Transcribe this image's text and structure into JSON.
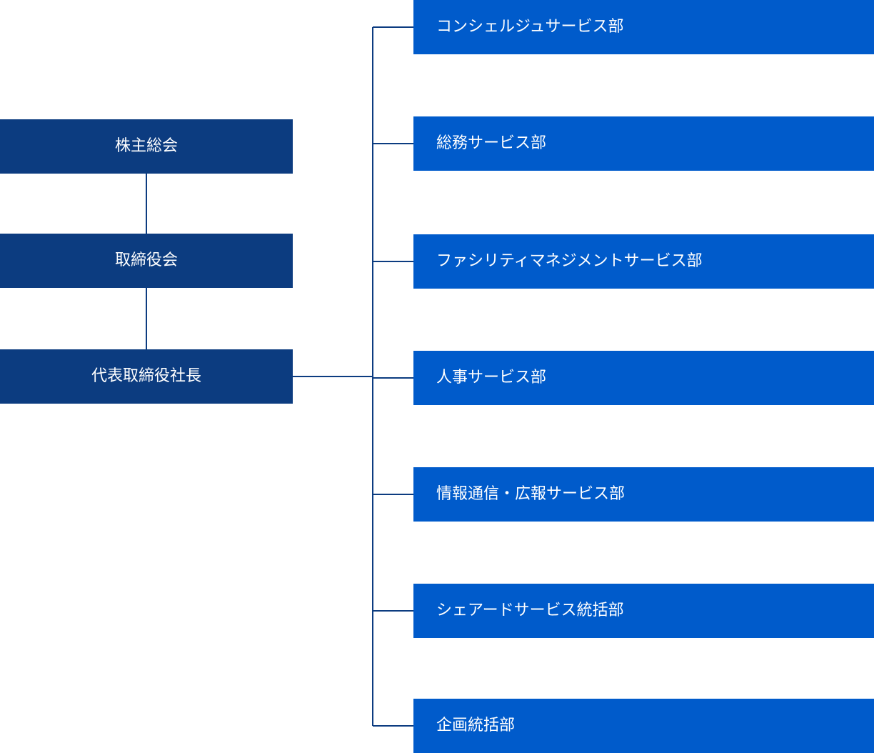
{
  "colors": {
    "executive_box": "#0c3c80",
    "department_box": "#005bcb",
    "connector": "#0c3c80"
  },
  "executive": [
    {
      "label": "株主総会"
    },
    {
      "label": "取締役会"
    },
    {
      "label": "代表取締役社長"
    }
  ],
  "departments": [
    {
      "label": "コンシェルジュサービス部"
    },
    {
      "label": "総務サービス部"
    },
    {
      "label": "ファシリティマネジメントサービス部"
    },
    {
      "label": "人事サービス部"
    },
    {
      "label": "情報通信・広報サービス部"
    },
    {
      "label": "シェアードサービス統括部"
    },
    {
      "label": "企画統括部"
    }
  ]
}
